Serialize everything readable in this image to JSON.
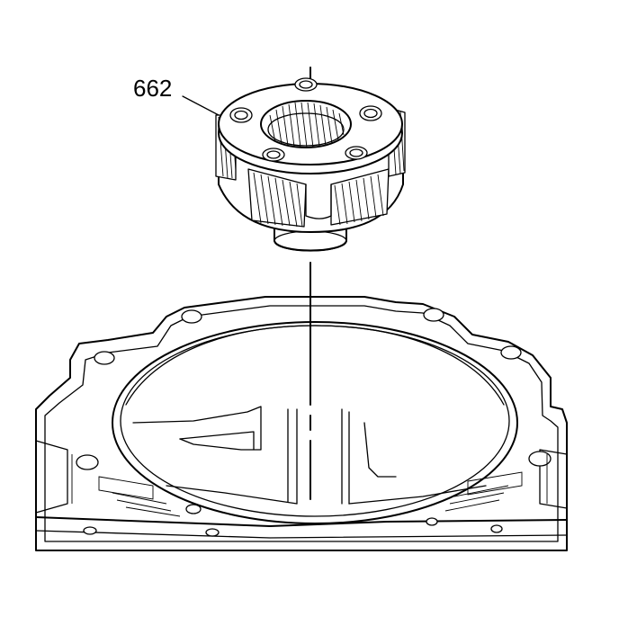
{
  "callout": {
    "label": "662"
  },
  "colors": {
    "line": "#000000",
    "background": "#ffffff"
  },
  "parts": {
    "carrier": "planetary-carrier-assembly",
    "housing": "transmission-case-bore"
  }
}
